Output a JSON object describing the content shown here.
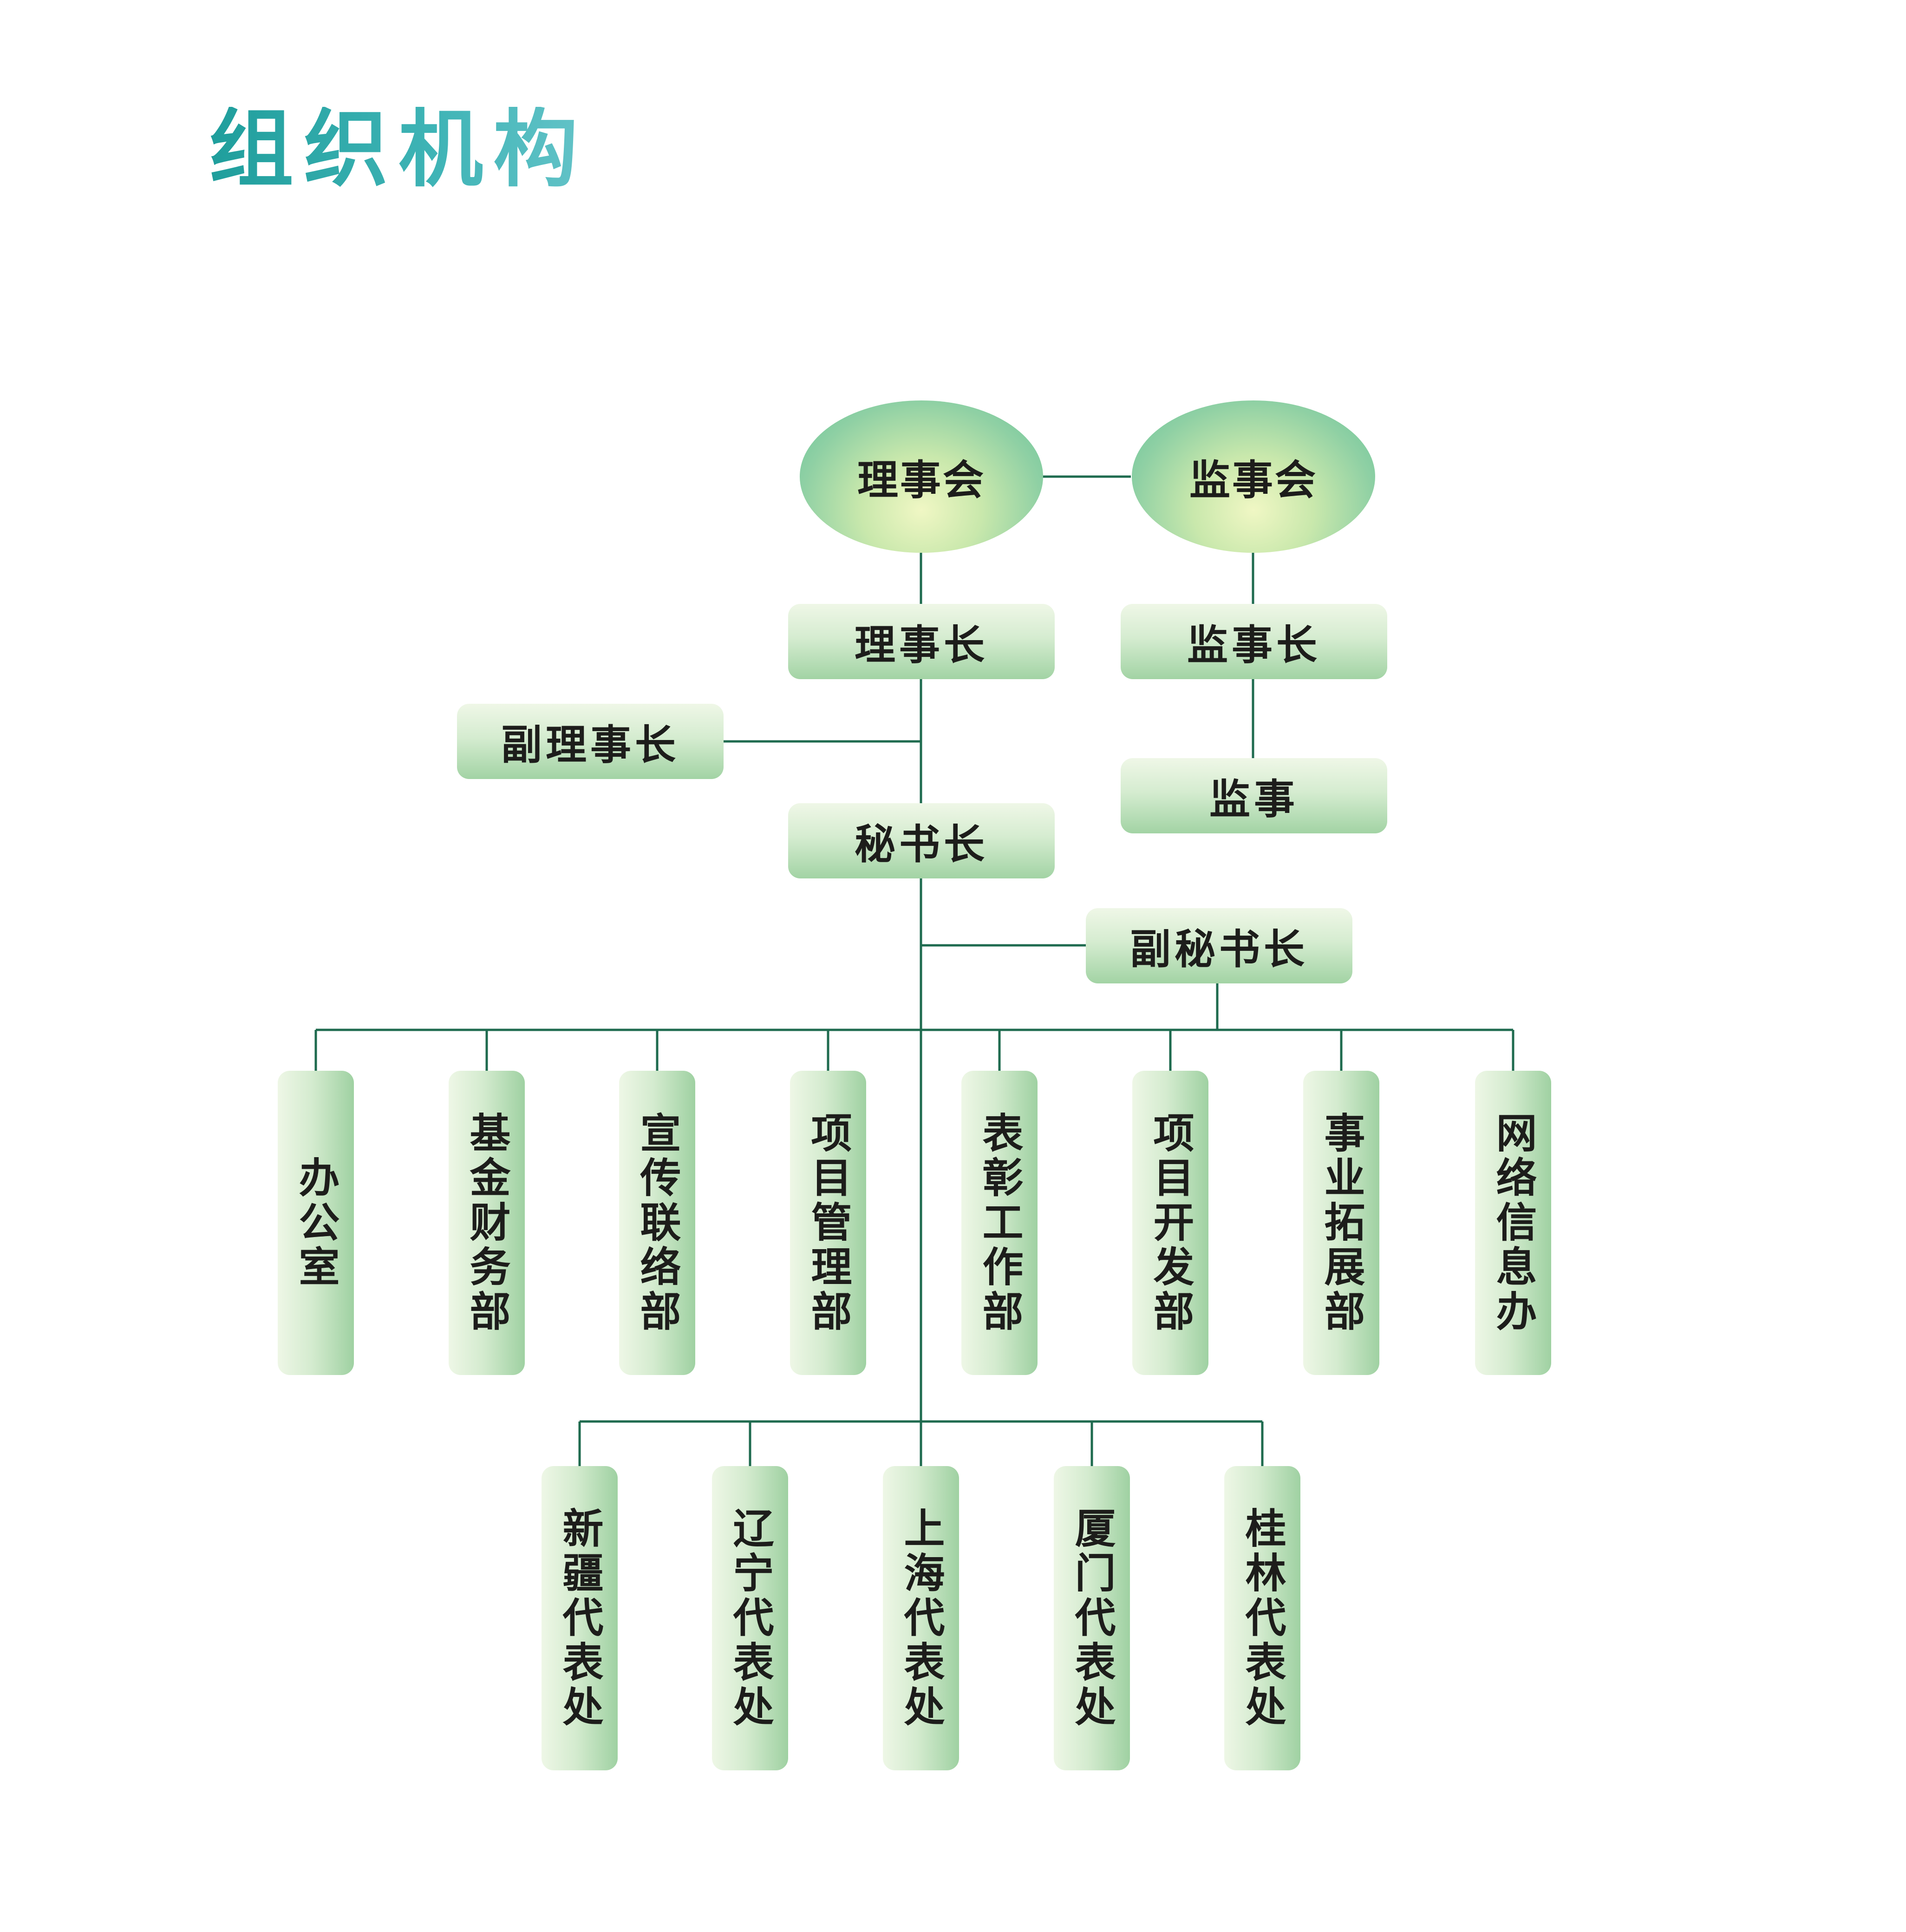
{
  "title": "组织机构",
  "colors": {
    "title": "#2aa5a5",
    "line": "#1f6b4f",
    "box_light": "#eff7e7",
    "box_dark": "#a2d3a4"
  },
  "nodes": {
    "board": "理事会",
    "supervisory_board": "监事会",
    "chairman": "理事长",
    "chief_supervisor": "监事长",
    "vice_chairman": "副理事长",
    "supervisor": "监事",
    "secretary_general": "秘书长",
    "deputy_secretary_general": "副秘书长"
  },
  "departments": [
    "办公室",
    "基金财务部",
    "宣传联络部",
    "项目管理部",
    "表彰工作部",
    "项目开发部",
    "事业拓展部",
    "网络信息办"
  ],
  "offices": [
    "新疆代表处",
    "辽宁代表处",
    "上海代表处",
    "厦门代表处",
    "桂林代表处"
  ]
}
